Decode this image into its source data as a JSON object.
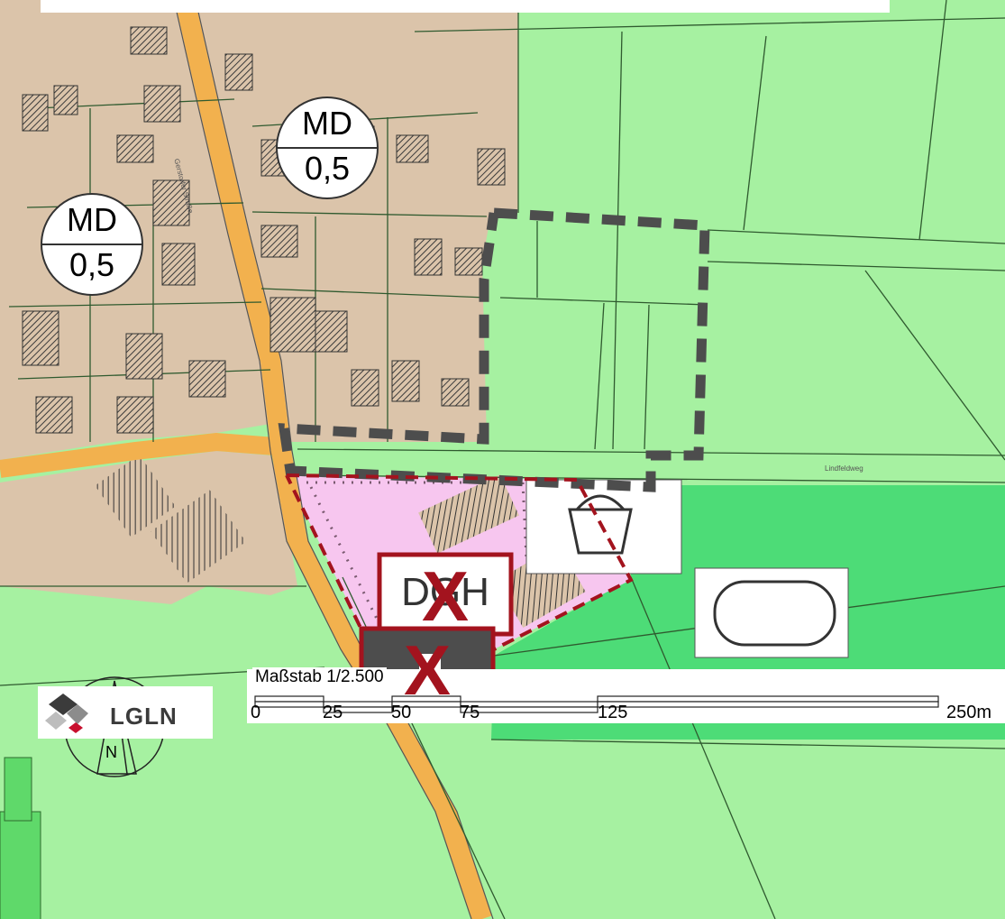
{
  "title": "",
  "zones": [
    {
      "top": "MD",
      "bottom": "0,5"
    },
    {
      "top": "MD",
      "bottom": "0,5"
    }
  ],
  "overlay_label": "DGH",
  "overlay_labels_strike": [
    "X",
    "X"
  ],
  "north_label": "N",
  "scale": {
    "title": "Maßstab 1/2.500",
    "labels": [
      "0",
      "25",
      "50",
      "75",
      "125",
      "250m"
    ]
  },
  "logo": {
    "text": "LGLN"
  },
  "street_labels": [
    "Gerstorfer Straße",
    "Lindfeldweg"
  ],
  "colors": {
    "farmland": "#a6f1a1",
    "village": "#dbc4aa",
    "road": "#f2b14e",
    "special_area": "#f7c6ef",
    "dark_green": "#4ddc77",
    "boundary_dark": "#4d4d4d",
    "boundary_red": "#a3131e"
  }
}
